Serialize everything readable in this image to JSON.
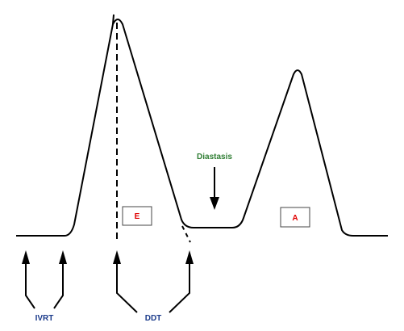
{
  "labels": {
    "e_wave": "E",
    "a_wave": "A",
    "diastasis": "Diastasis",
    "ivrt": "IVRT",
    "ddt": "DDT"
  },
  "colors": {
    "line": "#000000",
    "wave_label": "#e00000",
    "diastasis_label": "#2e7d32",
    "interval_label": "#1a3a8a",
    "box_border": "#444444"
  }
}
